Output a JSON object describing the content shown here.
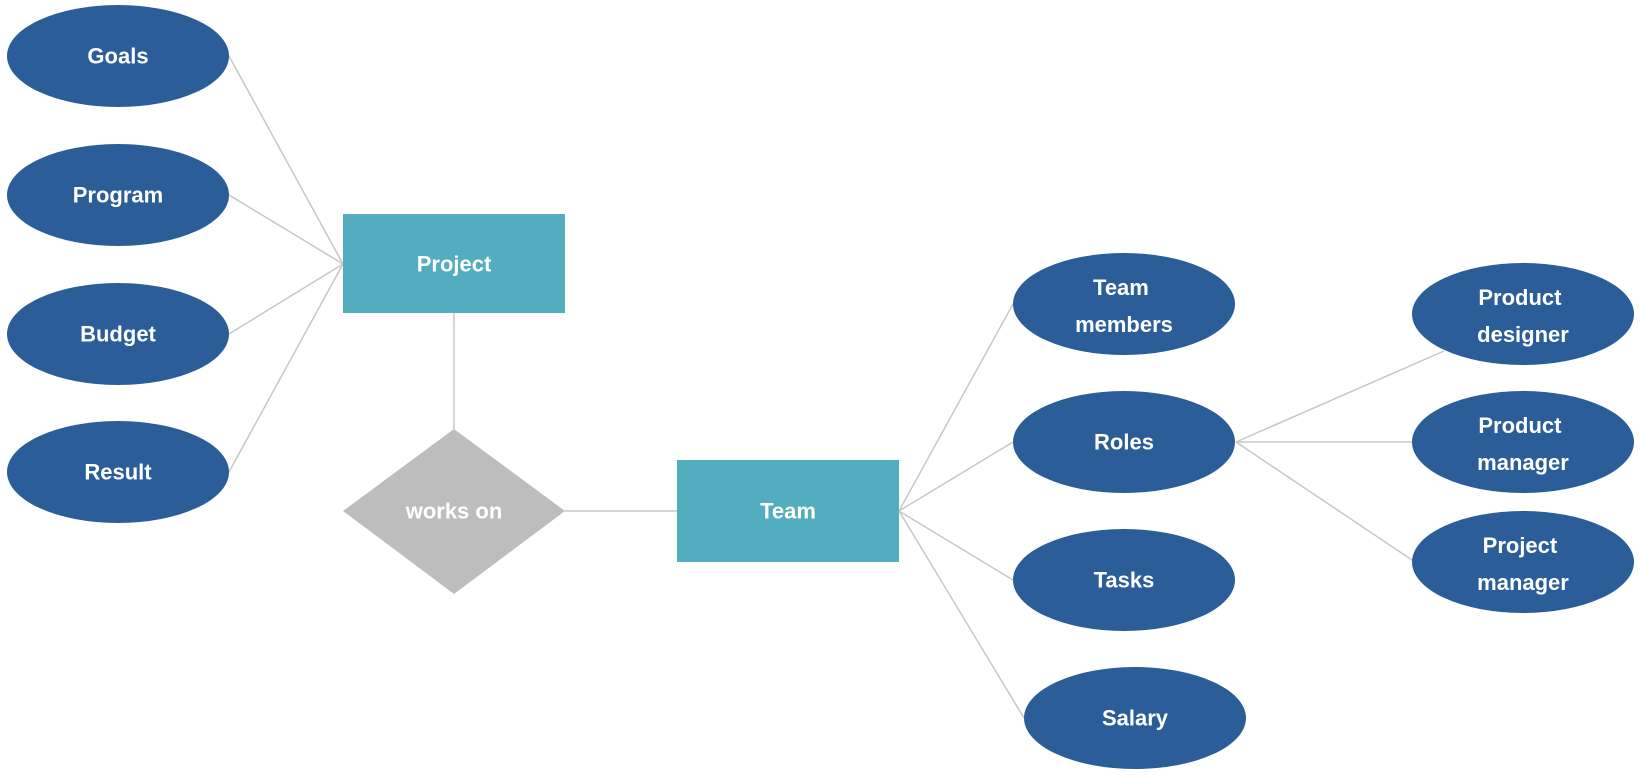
{
  "colors": {
    "attribute": "#2b5d99",
    "entity": "#52adbf",
    "relationship": "#bdbdbe",
    "connector": "#c7c7c7",
    "text": "#ffffff"
  },
  "entities": {
    "project": "Project",
    "team": "Team"
  },
  "relationship": {
    "works_on": "works on"
  },
  "attributes": {
    "goals": "Goals",
    "program": "Program",
    "budget": "Budget",
    "result": "Result",
    "team_members": [
      "Team",
      "members"
    ],
    "roles": "Roles",
    "tasks": "Tasks",
    "salary": "Salary",
    "product_designer": [
      "Product",
      "designer"
    ],
    "product_manager": [
      "Product",
      "manager"
    ],
    "project_manager": [
      "Project",
      "manager"
    ]
  }
}
